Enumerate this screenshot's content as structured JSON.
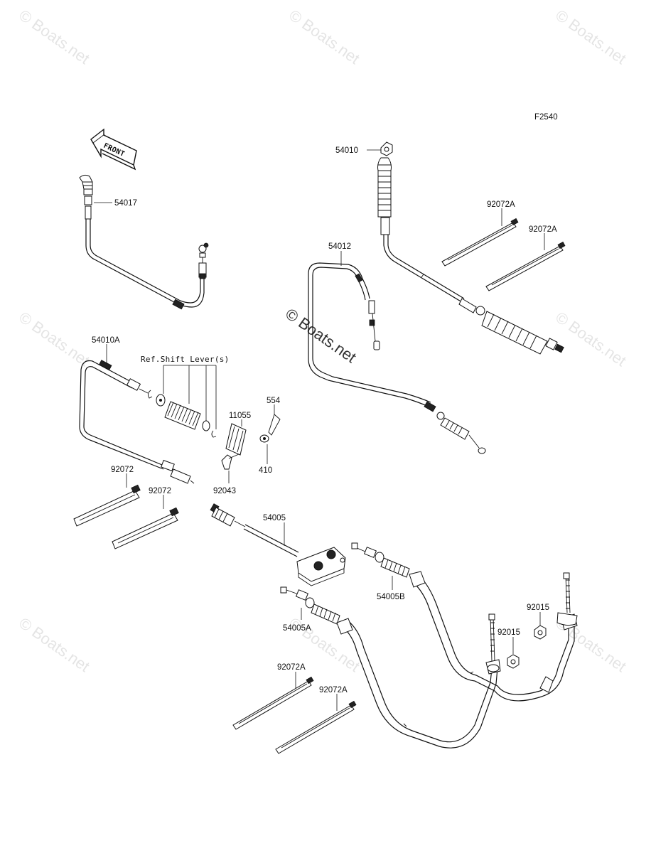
{
  "diagram": {
    "figure_code": "F2540",
    "front_label": "FRONT",
    "reference_note": "Ref.Shift Lever(s)",
    "watermark": "© Boats.net",
    "parts": [
      {
        "id": "p-54010",
        "number": "54010"
      },
      {
        "id": "p-54017",
        "number": "54017"
      },
      {
        "id": "p-92072A-1",
        "number": "92072A"
      },
      {
        "id": "p-92072A-2",
        "number": "92072A"
      },
      {
        "id": "p-54012",
        "number": "54012"
      },
      {
        "id": "p-54010A",
        "number": "54010A"
      },
      {
        "id": "p-554",
        "number": "554"
      },
      {
        "id": "p-11055",
        "number": "11055"
      },
      {
        "id": "p-410",
        "number": "410"
      },
      {
        "id": "p-92043",
        "number": "92043"
      },
      {
        "id": "p-92072-1",
        "number": "92072"
      },
      {
        "id": "p-92072-2",
        "number": "92072"
      },
      {
        "id": "p-54005",
        "number": "54005"
      },
      {
        "id": "p-54005B",
        "number": "54005B"
      },
      {
        "id": "p-54005A",
        "number": "54005A"
      },
      {
        "id": "p-92015-1",
        "number": "92015"
      },
      {
        "id": "p-92015-2",
        "number": "92015"
      },
      {
        "id": "p-92072A-3",
        "number": "92072A"
      },
      {
        "id": "p-92072A-4",
        "number": "92072A"
      }
    ]
  }
}
